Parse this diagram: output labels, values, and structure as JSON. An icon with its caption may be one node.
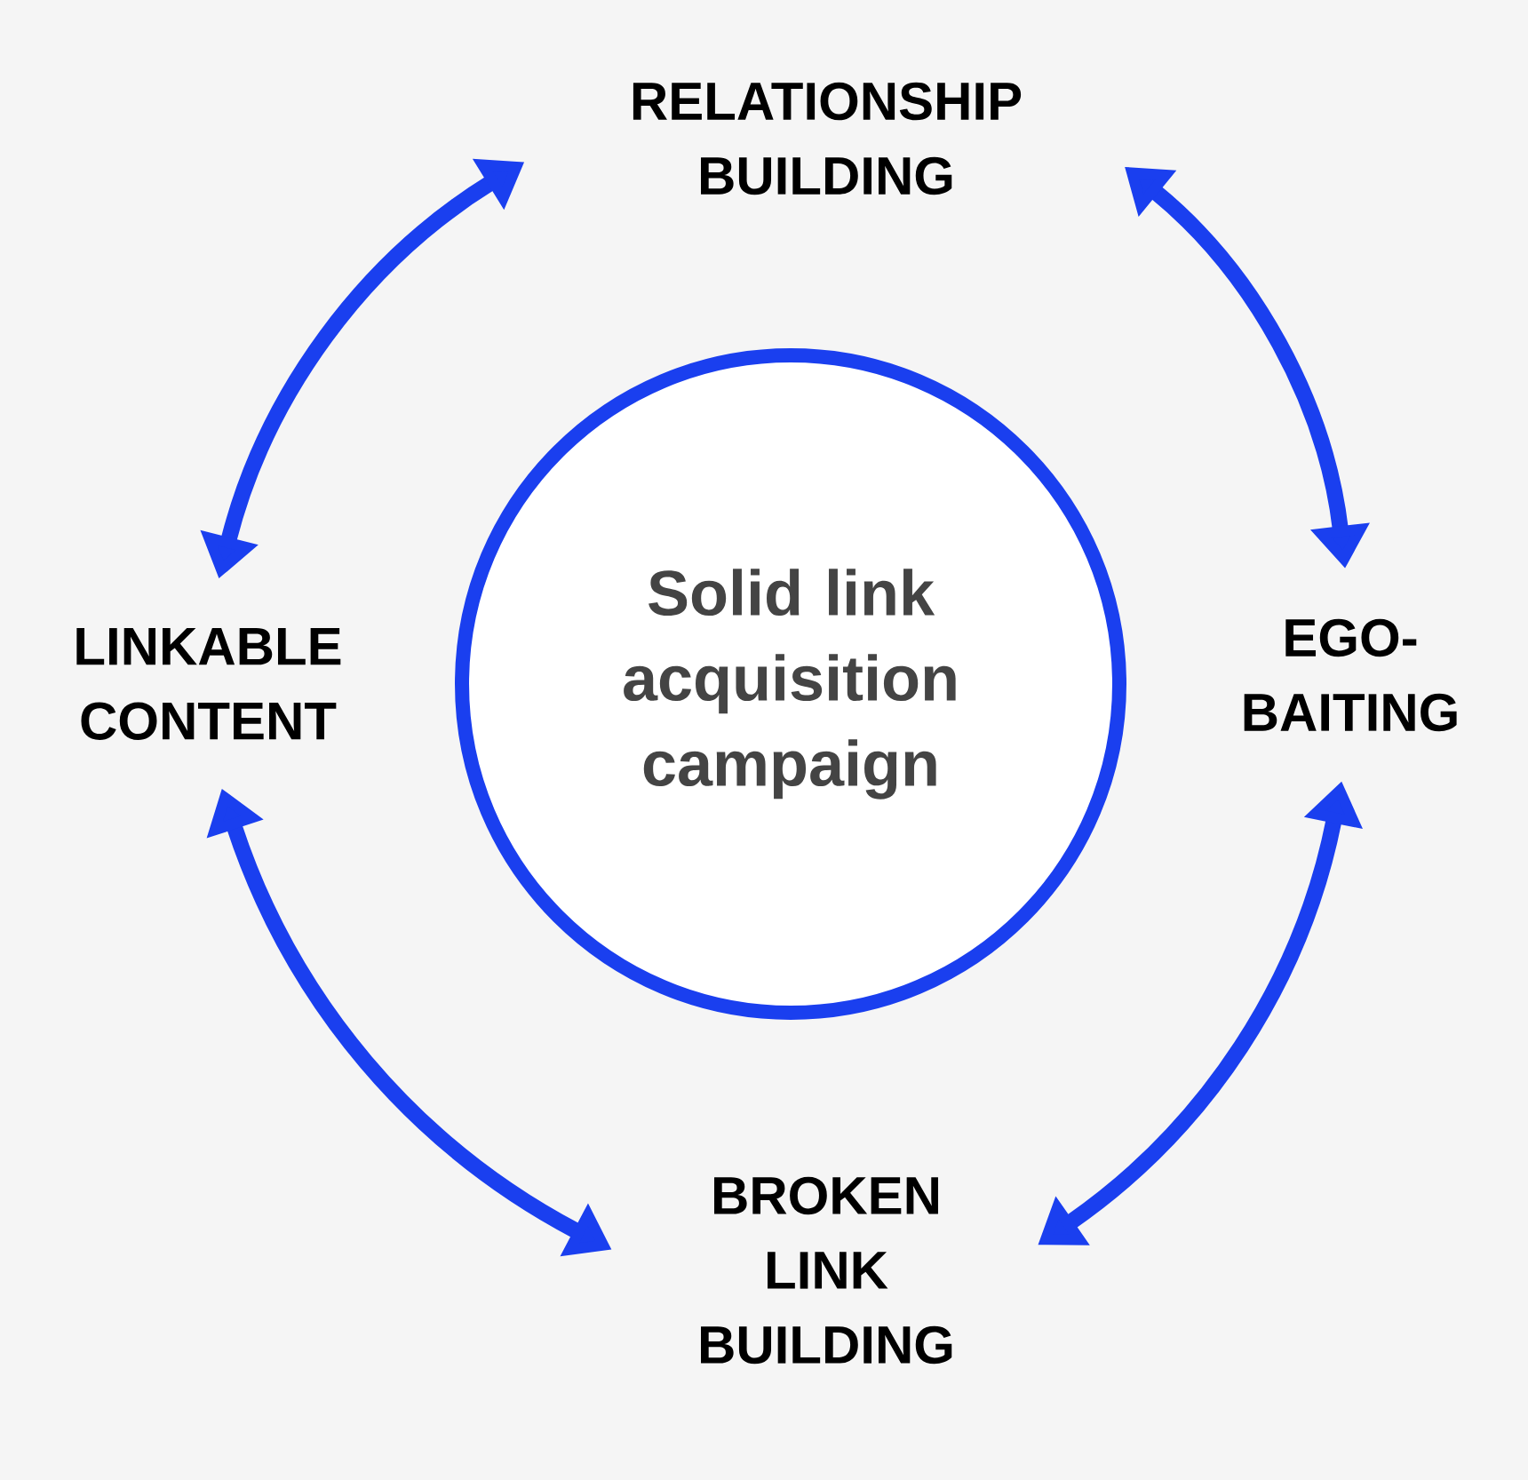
{
  "diagram": {
    "nodes": [
      {
        "text": [
          "Solid link acquisition campaign"
        ]
      },
      {
        "text": [
          "RELATIONSHIP BUILDING"
        ]
      },
      {
        "text": [
          "EGO-BAITING"
        ]
      },
      {
        "text": [
          "BROKEN LINK BUILDING"
        ]
      },
      {
        "text": [
          "LINKABLE CONTENT"
        ]
      }
    ],
    "edges": [
      {
        "from": 4,
        "to": 1,
        "arrow": "both"
      },
      {
        "from": 1,
        "to": 2,
        "arrow": "both"
      },
      {
        "from": 2,
        "to": 3,
        "arrow": "both"
      },
      {
        "from": 3,
        "to": 4,
        "arrow": "both"
      }
    ]
  }
}
